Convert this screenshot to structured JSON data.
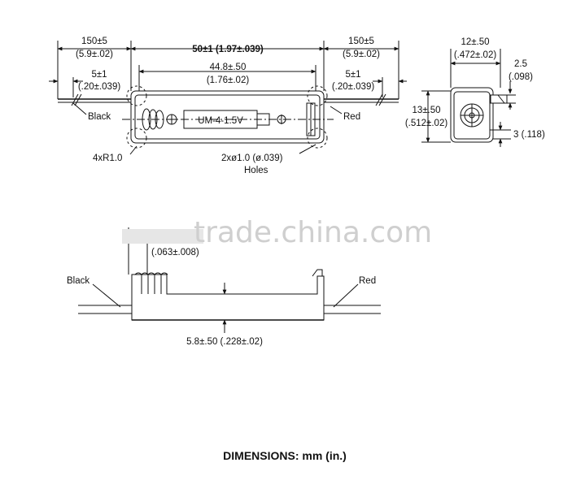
{
  "top_view": {
    "lead_left_length": "150±5",
    "lead_left_length_in": "(5.9±.02)",
    "overall_length": "50±1 (1.97±.039)",
    "lead_right_length": "150±5",
    "lead_right_length_in": "(5.9±.02)",
    "inner_length": "44.8±.50",
    "inner_length_in": "(1.76±.02)",
    "strip_left": "5±1",
    "strip_left_in": "(.20±.039)",
    "strip_right": "5±1",
    "strip_right_in": "(.20±.039)",
    "wire_left": "Black",
    "wire_right": "Red",
    "battery_label": "UM-4-1.5V",
    "corner_radius": "4xR1.0",
    "holes_dim": "2xø1.0 (ø.039)",
    "holes_label": "Holes"
  },
  "end_view": {
    "width": "12±.50",
    "width_in": "(.472±.02)",
    "height": "13±.50",
    "height_in": "(.512±.02)",
    "tab": "2.5",
    "tab_in": "(.098)",
    "offset": "3 (.118)"
  },
  "side_view": {
    "partial_dim": "(.063±.008)",
    "wire_left": "Black",
    "wire_right": "Red",
    "thickness": "5.8±.50 (.228±.02)"
  },
  "watermark": "trade.china.com",
  "footer": "DIMENSIONS: mm (in.)"
}
